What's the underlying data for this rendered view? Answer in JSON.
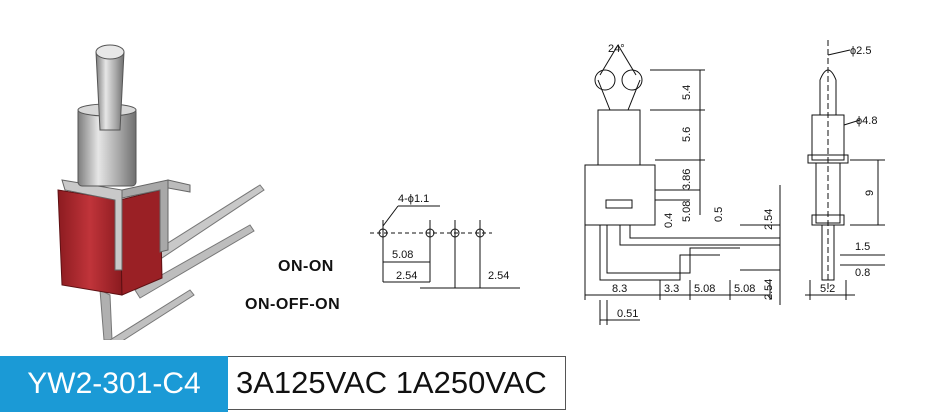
{
  "colors": {
    "model_bg": "#1b9ad6",
    "body_red": "#b0252b",
    "metal": "#b9b9b9"
  },
  "switch_modes": [
    "ON-ON",
    "ON-OFF-ON"
  ],
  "footprint": {
    "hole_label": "4-ϕ1.1",
    "pitch_top": "5.08",
    "pitch_bottom": "2.54",
    "pitch_right": "2.54"
  },
  "side_view": {
    "angle": "24°",
    "dims_vertical": [
      "5.4",
      "5.6",
      "3.86",
      "5.08",
      "0.4",
      "0.5",
      "2.54",
      "2.54"
    ],
    "dims_horizontal": [
      "8.3",
      "3.3",
      "5.08",
      "5.08",
      "0.51"
    ]
  },
  "front_view": {
    "diam_top": "ϕ2.5",
    "diam_mid": "ϕ4.8",
    "dims_vertical": [
      "9",
      "1.5",
      "0.8"
    ],
    "dims_horizontal": [
      "5.2"
    ]
  },
  "model": "YW2-301-C4",
  "rating": "3A125VAC 1A250VAC"
}
